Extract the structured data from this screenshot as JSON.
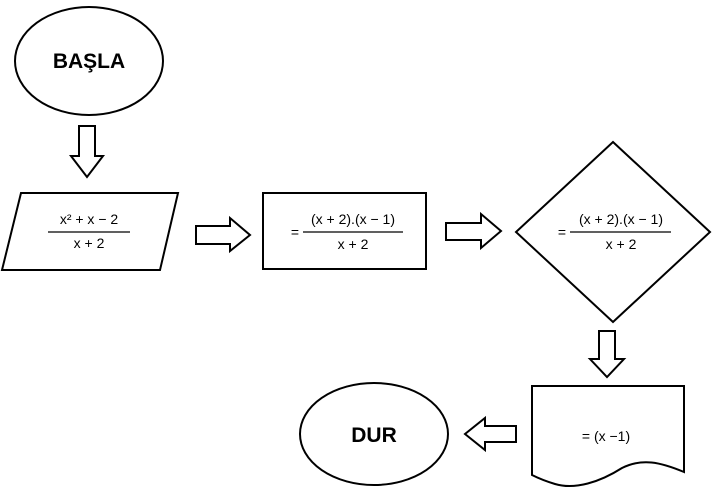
{
  "start": {
    "label": "BAŞLA"
  },
  "input": {
    "numerator": "x² + x −  2",
    "denominator": "x  + 2"
  },
  "process": {
    "prefix": "=",
    "numerator": "(x + 2).(x − 1)",
    "denominator": "x  + 2"
  },
  "decision": {
    "prefix": "=",
    "numerator": "(x + 2).(x − 1)",
    "denominator": "x  + 2"
  },
  "output": {
    "text": "= (x  −1)"
  },
  "end": {
    "label": "DUR"
  }
}
